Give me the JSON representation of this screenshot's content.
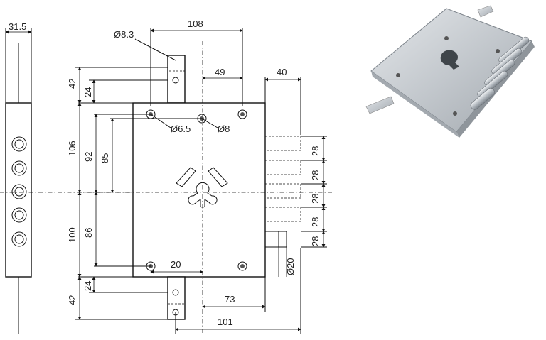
{
  "dimensions": {
    "side_width": "31.5",
    "top_width": "108",
    "hole_top": "Ø8.3",
    "offset_49": "49",
    "bolt_length": "40",
    "h42_top": "42",
    "h24_top": "24",
    "h106": "106",
    "h92": "92",
    "h85": "85",
    "hole_65": "Ø6.5",
    "hole_8": "Ø8",
    "pitch_1": "28",
    "pitch_2": "28",
    "pitch_3": "28",
    "pitch_4": "28",
    "pitch_5": "28",
    "bolt_dia": "Ø20",
    "h100": "100",
    "h86": "86",
    "w20": "20",
    "h24_bot": "24",
    "h42_bot": "42",
    "w73": "73",
    "w101": "101"
  },
  "colors": {
    "line": "#111111",
    "photo_steel": "#c8ccd0",
    "photo_dark": "#8a9096"
  }
}
